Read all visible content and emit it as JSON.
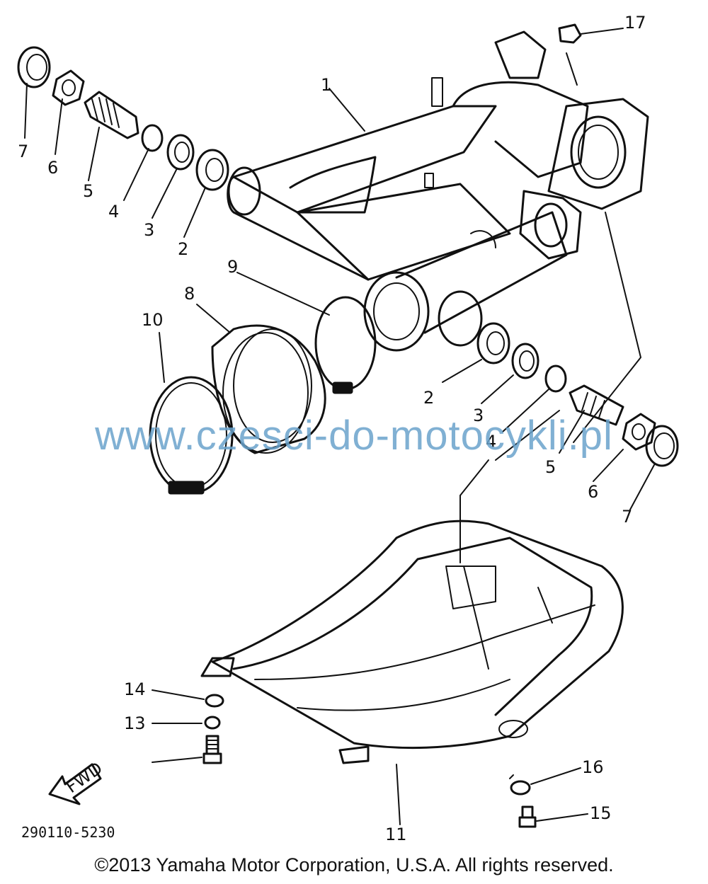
{
  "diagram": {
    "part_labels": {
      "p1": "1",
      "p2a": "2",
      "p2b": "2",
      "p3a": "3",
      "p3b": "3",
      "p4a": "4",
      "p4b": "4",
      "p5a": "5",
      "p5b": "5",
      "p6a": "6",
      "p6b": "6",
      "p7a": "7",
      "p7b": "7",
      "p8": "8",
      "p9": "9",
      "p10": "10",
      "p11": "11",
      "p13": "13",
      "p14": "14",
      "p15": "15",
      "p16": "16",
      "p17": "17"
    },
    "fwd_label": "FWD",
    "diagram_code": "290110-5230",
    "watermark": "www.czesci-do-motocykli.pl",
    "copyright": "©2013 Yamaha Motor Corporation, U.S.A. All rights reserved."
  }
}
